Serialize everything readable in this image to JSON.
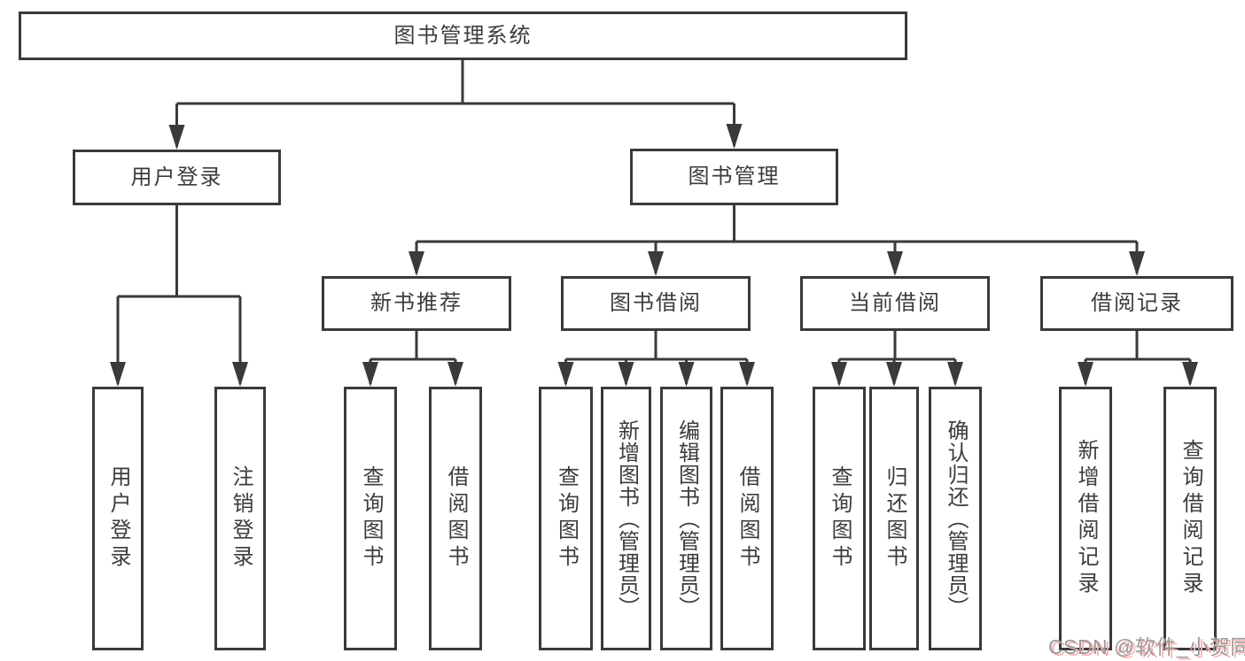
{
  "diagram_title": "图书管理系统",
  "nodes": {
    "root": "图书管理系统",
    "user_login": "用户登录",
    "book_management": "图书管理",
    "new_book_recommend": "新书推荐",
    "book_borrowing": "图书借阅",
    "current_borrowing": "当前借阅",
    "borrowing_records": "借阅记录",
    "login_user_login": "用户登录",
    "login_logout": "注销登录",
    "nbr_query_books": "查询图书",
    "nbr_borrow_books": "借阅图书",
    "bb_query_books": "查询图书",
    "bb_add_books": "新增图书（管理员）",
    "bb_edit_books": "编辑图书（管理员）",
    "bb_borrow_books": "借阅图书",
    "cb_query_books": "查询图书",
    "cb_return_books": "归还图书",
    "cb_confirm_return": "确认归还（管理员）",
    "br_add_record": "新增借阅记录",
    "br_query_record": "查询借阅记录"
  },
  "structure": {
    "图书管理系统": [
      "用户登录",
      "图书管理"
    ],
    "用户登录": [
      "用户登录",
      "注销登录"
    ],
    "图书管理": [
      "新书推荐",
      "图书借阅",
      "当前借阅",
      "借阅记录"
    ],
    "新书推荐": [
      "查询图书",
      "借阅图书"
    ],
    "图书借阅": [
      "查询图书",
      "新增图书（管理员）",
      "编辑图书（管理员）",
      "借阅图书"
    ],
    "当前借阅": [
      "查询图书",
      "归还图书",
      "确认归还（管理员）"
    ],
    "借阅记录": [
      "新增借阅记录",
      "查询借阅记录"
    ]
  },
  "watermark": {
    "text": "CSDN @软件_小贺同学"
  },
  "colors": {
    "line": "#3a3a3a",
    "text": "#3c3c3c",
    "background": "#ffffff",
    "watermark_text": "#9a9a9a",
    "watermark_shadow": "#f7b3b3"
  }
}
